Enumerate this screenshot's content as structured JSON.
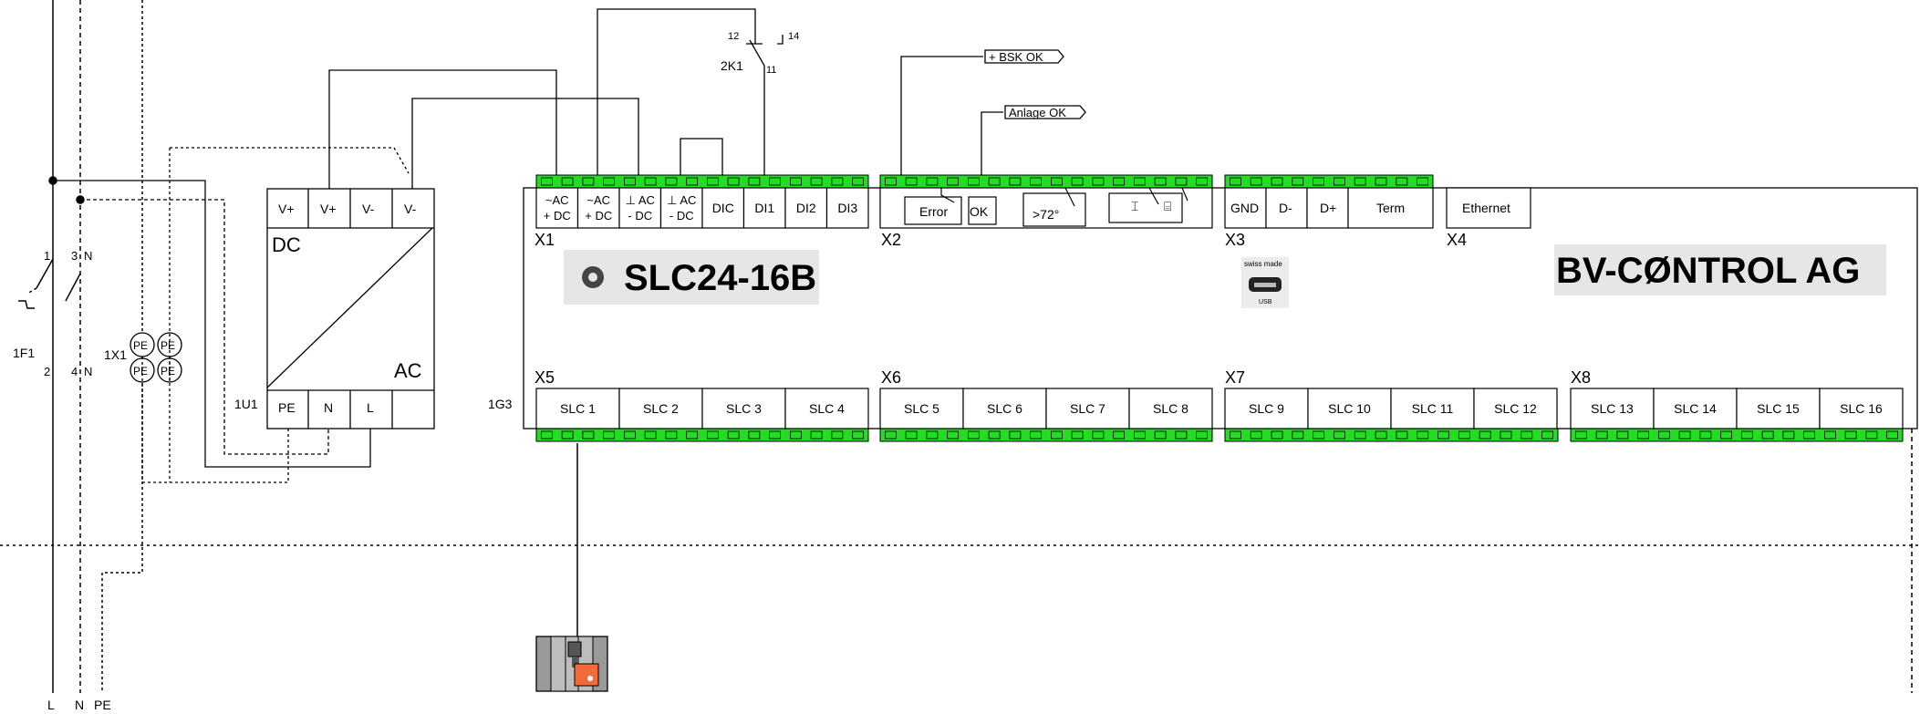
{
  "colors": {
    "terminal_green": "#22dd22",
    "wire": "#000000",
    "actuator_orange": "#f26b3a",
    "actuator_grey": "#9a9a9a"
  },
  "supply": {
    "breaker": {
      "label": "1F1",
      "top_left": "1",
      "top_right": "3",
      "top_n": "N",
      "bottom_left": "2",
      "bottom_right": "4",
      "bottom_n": "N"
    },
    "pe_block": {
      "label": "1X1",
      "terminals": [
        "PE",
        "PE",
        "PE",
        "PE"
      ]
    },
    "rails": [
      "L",
      "N",
      "PE"
    ]
  },
  "psu": {
    "label": "1U1",
    "dc_terminals": [
      "V+",
      "V+",
      "V-",
      "V-"
    ],
    "dc_label": "DC",
    "ac_label": "AC",
    "ac_terminals": [
      "PE",
      "N",
      "L",
      ""
    ]
  },
  "relay": {
    "label": "2K1",
    "pin12": "12",
    "pin14": "14",
    "pin11": "11"
  },
  "signals": {
    "bsk_ok": "+ BSK OK",
    "anlage_ok": "Anlage OK"
  },
  "controller": {
    "label": "1G3",
    "model_logo": "SLC24-16B",
    "brand_logo": "BV-CØNTROL AG",
    "usb_label": "swiss made",
    "usb_sub": "USB",
    "x1": {
      "label": "X1",
      "terminals": [
        [
          "~AC",
          "+ DC"
        ],
        [
          "~AC",
          "+ DC"
        ],
        [
          "⊥ AC",
          "- DC"
        ],
        [
          "⊥ AC",
          "- DC"
        ],
        [
          "DIC"
        ],
        [
          "DI1"
        ],
        [
          "DI2"
        ],
        [
          "DI3"
        ]
      ]
    },
    "x2": {
      "label": "X2",
      "error": "Error",
      "ok": "OK",
      "temp": ">72°"
    },
    "x3": {
      "label": "X3",
      "terminals": [
        "GND",
        "D-",
        "D+",
        "Term"
      ]
    },
    "x4": {
      "label": "X4",
      "terminals": [
        "Ethernet"
      ]
    },
    "x5": {
      "label": "X5",
      "terminals": [
        "SLC 1",
        "SLC 2",
        "SLC 3",
        "SLC 4"
      ]
    },
    "x6": {
      "label": "X6",
      "terminals": [
        "SLC 5",
        "SLC 6",
        "SLC 7",
        "SLC 8"
      ]
    },
    "x7": {
      "label": "X7",
      "terminals": [
        "SLC 9",
        "SLC 10",
        "SLC 11",
        "SLC 12"
      ]
    },
    "x8": {
      "label": "X8",
      "terminals": [
        "SLC 13",
        "SLC 14",
        "SLC 15",
        "SLC 16"
      ]
    }
  }
}
